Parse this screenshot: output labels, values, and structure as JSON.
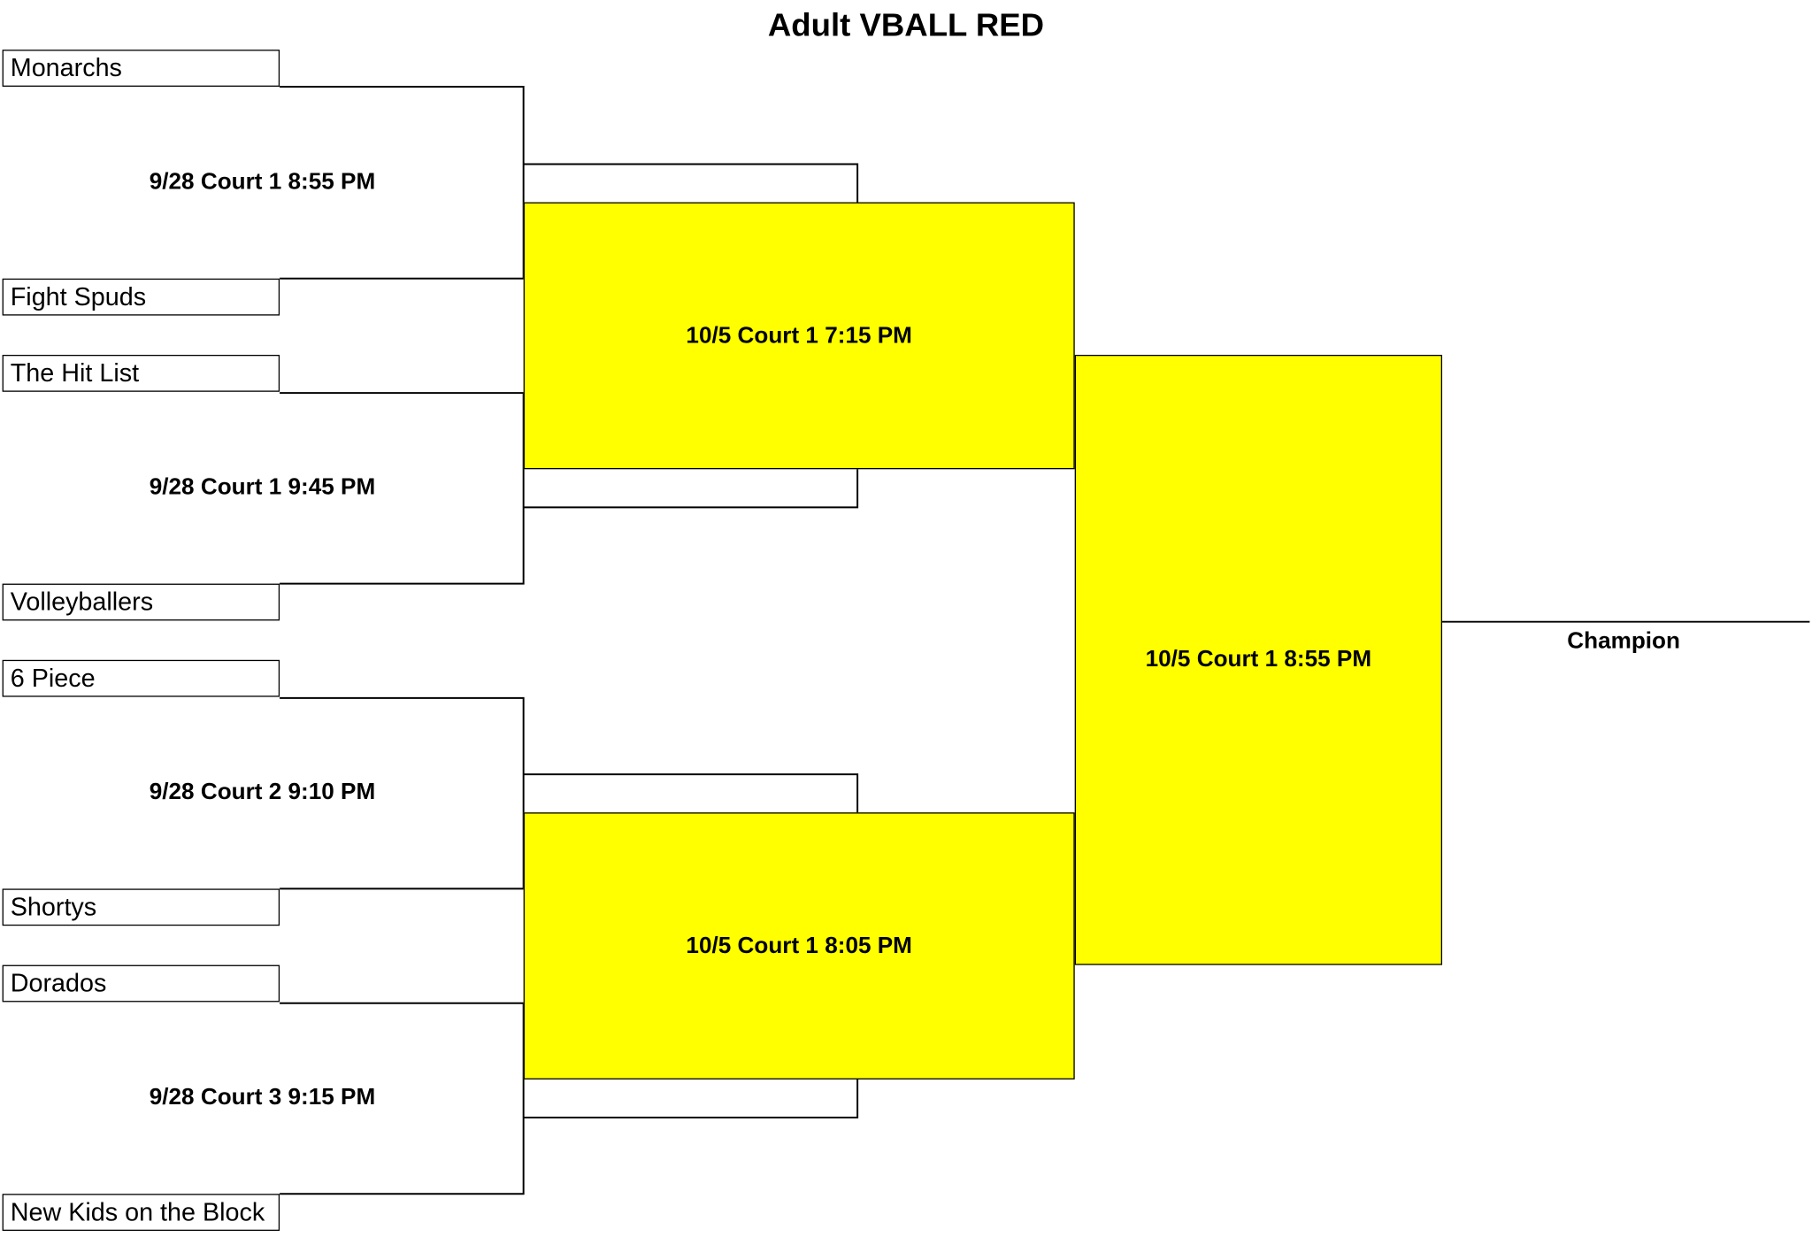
{
  "title": "Adult VBALL RED",
  "round1": {
    "teams": [
      "Monarchs",
      "Fight Spuds",
      "The Hit List",
      "Volleyballers",
      "6 Piece",
      "Shortys",
      "Dorados",
      "New Kids on the Block"
    ],
    "matches": [
      "9/28 Court 1 8:55 PM",
      "9/28 Court 1 9:45 PM",
      "9/28 Court 2 9:10 PM",
      "9/28 Court 3 9:15 PM"
    ]
  },
  "round2": {
    "matches": [
      "10/5 Court 1 7:15 PM",
      "10/5 Court 1 8:05 PM"
    ]
  },
  "final": {
    "match": "10/5 Court 1 8:55 PM"
  },
  "champion_label": "Champion",
  "colors": {
    "highlight": "#ffff00",
    "line": "#000000",
    "background": "#ffffff"
  }
}
